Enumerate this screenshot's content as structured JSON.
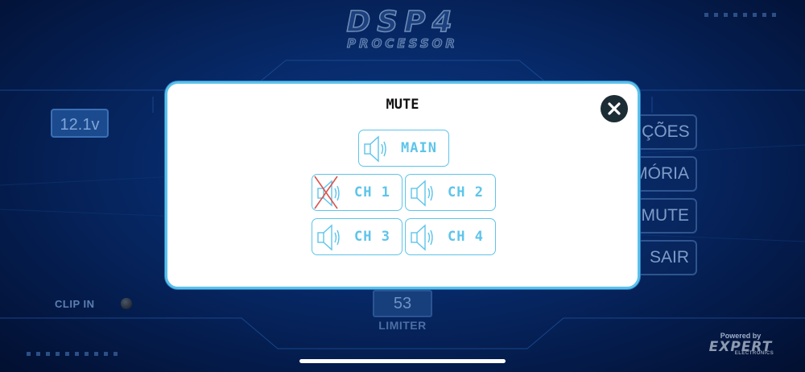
{
  "logo": {
    "title": "DSP4",
    "subtitle": "PROCESSOR"
  },
  "voltage": "12.1v",
  "side_menu": [
    "NÇÕES",
    "MÓRIA",
    "MUTE",
    "SAIR"
  ],
  "clip_in": "CLIP IN",
  "limiter": {
    "value": "53",
    "label": "LIMITER"
  },
  "brand": {
    "powered_by": "Powered by",
    "name": "EXPERT",
    "sub": "ELECTRONICS"
  },
  "modal": {
    "title": "MUTE",
    "close_icon": "close-icon",
    "buttons": {
      "main": {
        "label": "MAIN",
        "muted": false
      },
      "ch1": {
        "label": "CH 1",
        "muted": true
      },
      "ch2": {
        "label": "CH 2",
        "muted": false
      },
      "ch3": {
        "label": "CH 3",
        "muted": false
      },
      "ch4": {
        "label": "CH 4",
        "muted": false
      }
    }
  },
  "colors": {
    "accent": "#5ec4ea",
    "mute_mark": "#d9534f",
    "modal_bg": "#ffffff"
  }
}
